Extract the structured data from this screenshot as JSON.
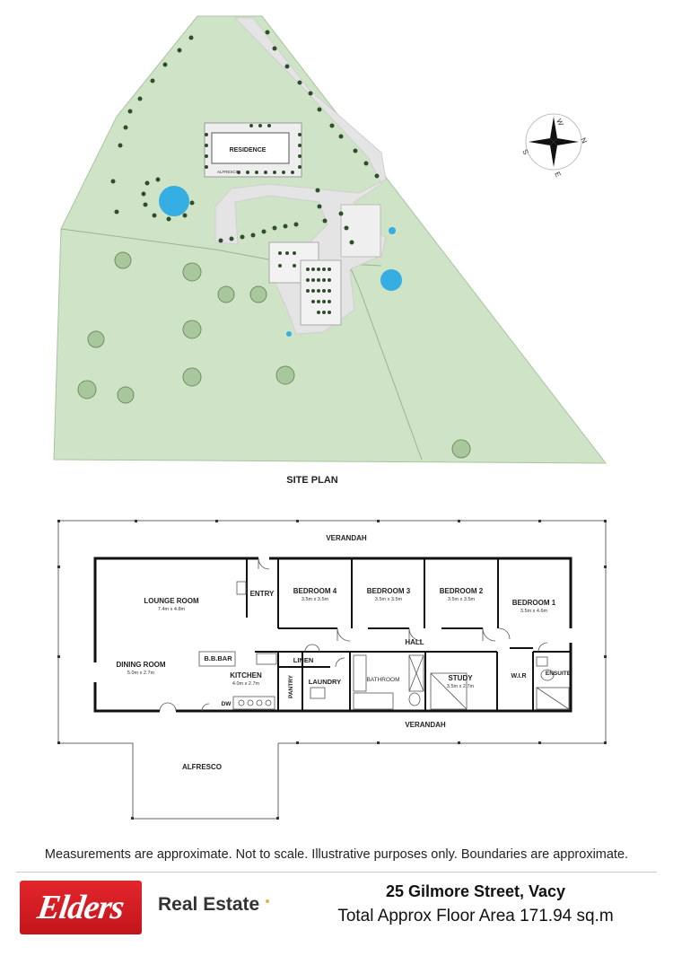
{
  "site_plan": {
    "title": "SITE PLAN",
    "residence_label": "RESIDENCE",
    "alfresco_label": "ALFRESCO",
    "compass": [
      "W",
      "N",
      "E",
      "S"
    ]
  },
  "floor_plan": {
    "verandah_top": "VERANDAH",
    "verandah_bottom": "VERANDAH",
    "alfresco": "ALFRESCO",
    "rooms": [
      {
        "name": "LOUNGE ROOM",
        "size": "7.4m x 4.8m"
      },
      {
        "name": "ENTRY",
        "size": ""
      },
      {
        "name": "BEDROOM 4",
        "size": "3.5m x 3.5m"
      },
      {
        "name": "BEDROOM 3",
        "size": "3.5m x 3.5m"
      },
      {
        "name": "BEDROOM 2",
        "size": "3.5m x 3.5m"
      },
      {
        "name": "BEDROOM 1",
        "size": "3.5m x 4.6m"
      },
      {
        "name": "HALL",
        "size": ""
      },
      {
        "name": "DINING ROOM",
        "size": "5.0m x 2.7m"
      },
      {
        "name": "B.B.BAR",
        "size": ""
      },
      {
        "name": "KITCHEN",
        "size": "4.0m x 2.7m"
      },
      {
        "name": "LINEN",
        "size": ""
      },
      {
        "name": "PANTRY",
        "size": ""
      },
      {
        "name": "LAUNDRY",
        "size": ""
      },
      {
        "name": "BATHROOM",
        "size": ""
      },
      {
        "name": "STUDY",
        "size": "3.5m x 2.7m"
      },
      {
        "name": "W.I.R",
        "size": ""
      },
      {
        "name": "ENSUITE",
        "size": ""
      },
      {
        "name": "DW",
        "size": ""
      }
    ]
  },
  "disclaimer": "Measurements are approximate. Not to scale. Illustrative purposes only. Boundaries are approximate.",
  "footer": {
    "logo_text": "Elders",
    "brand": "Real Estate",
    "address": "25 Gilmore Street, Vacy",
    "floor_area": "Total Approx Floor Area 171.94 sq.m"
  },
  "colors": {
    "land": "#cfe3c6",
    "land_edge": "#a8c4a0",
    "driveway": "#e4e4e4",
    "pool": "#34aee3",
    "wall": "#111111",
    "brand_red": "#d81f26"
  }
}
